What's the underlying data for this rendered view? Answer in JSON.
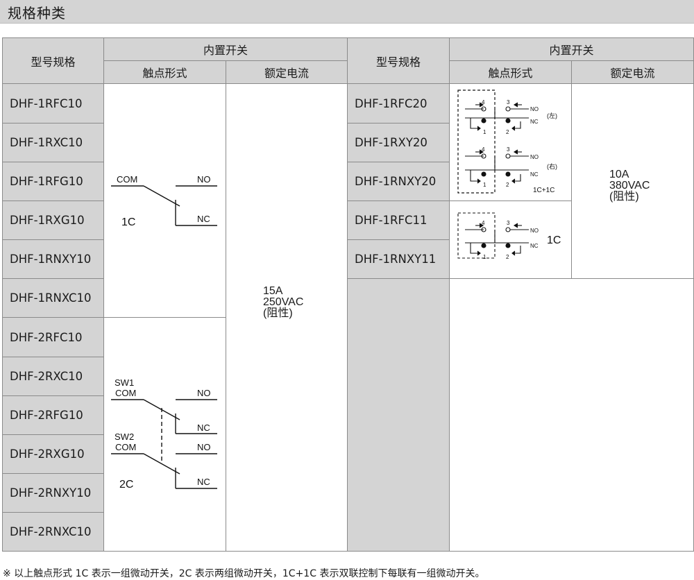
{
  "title": "规格种类",
  "headers": {
    "model": "型号规格",
    "switch": "内置开关",
    "contact": "触点形式",
    "rating": "额定电流"
  },
  "left_models": [
    "DHF-1RFC10",
    "DHF-1RXC10",
    "DHF-1RFG10",
    "DHF-1RXG10",
    "DHF-1RNXY10",
    "DHF-1RNXC10",
    "DHF-2RFC10",
    "DHF-2RXC10",
    "DHF-2RFG10",
    "DHF-2RXG10",
    "DHF-2RNXY10",
    "DHF-2RNXC10"
  ],
  "right_models": [
    "DHF-1RFC20",
    "DHF-1RXY20",
    "DHF-1RNXY20",
    "DHF-1RFC11",
    "DHF-1RNXY11"
  ],
  "left_rating": [
    "15A",
    "250VAC",
    "(阻性)"
  ],
  "right_rating": [
    "10A",
    "380VAC",
    "(阻性)"
  ],
  "diagram_1c": {
    "com": "COM",
    "no": "NO",
    "nc": "NC",
    "label": "1C"
  },
  "diagram_2c": {
    "sw1": "SW1",
    "sw2": "SW2",
    "com": "COM",
    "no": "NO",
    "nc": "NC",
    "label": "2C"
  },
  "diagram_1c1c": {
    "left_tag": "(左)",
    "right_tag": "(右)",
    "label": "1C+1C",
    "n1": "1",
    "n2": "2",
    "n3": "3",
    "n4": "4",
    "no": "NO",
    "nc": "NC"
  },
  "diagram_1c_small": {
    "label": "1C"
  },
  "footnote": "※  以上触点形式 1C 表示一组微动开关，2C 表示两组微动开关，1C+1C 表示双联控制下每联有一组微动开关。"
}
